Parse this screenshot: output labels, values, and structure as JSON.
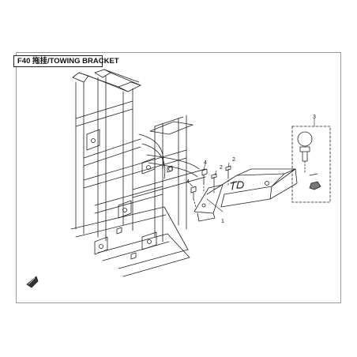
{
  "title": "F40 拖挂/TOWING BRACKET",
  "callouts": [
    {
      "id": "callout-1",
      "label": "1"
    },
    {
      "id": "callout-2a",
      "label": "2"
    },
    {
      "id": "callout-2b",
      "label": "2"
    },
    {
      "id": "callout-3",
      "label": "3"
    },
    {
      "id": "callout-4a",
      "label": "4"
    },
    {
      "id": "callout-4b",
      "label": "4"
    }
  ],
  "colors": {
    "line": "#222222",
    "frame_border": "#9a9a9a",
    "hatch": "#555555"
  },
  "icons": [
    "front-direction-arrow-icon"
  ]
}
